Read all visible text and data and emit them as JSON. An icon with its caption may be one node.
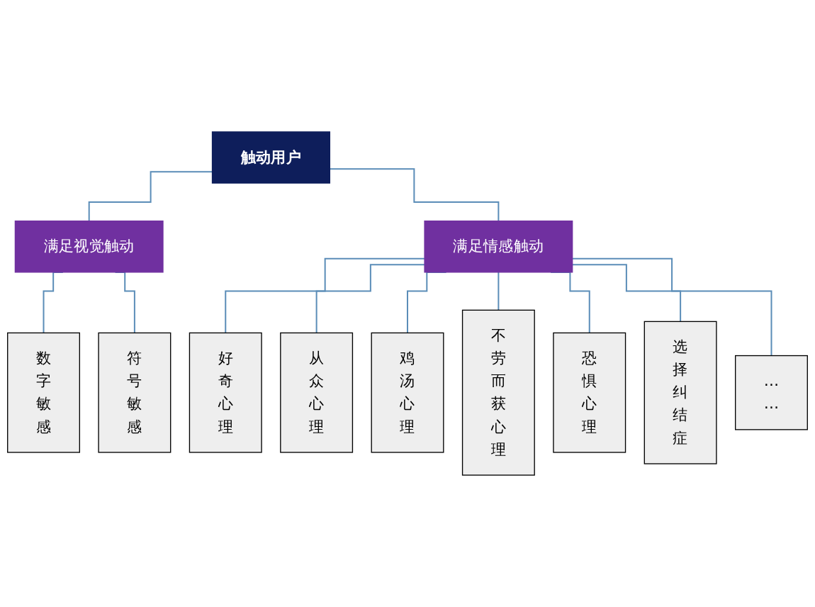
{
  "diagram": {
    "nodes": [
      {
        "text": [
          "触动用户"
        ]
      },
      {
        "text": [
          "满足视觉触动"
        ]
      },
      {
        "text": [
          "满足情感触动"
        ]
      },
      {
        "text": [
          "数字敏感"
        ]
      },
      {
        "text": [
          "符号敏感"
        ]
      },
      {
        "text": [
          "好奇心理"
        ]
      },
      {
        "text": [
          "从众心理"
        ]
      },
      {
        "text": [
          "鸡汤心理"
        ]
      },
      {
        "text": [
          "不劳而获心理"
        ]
      },
      {
        "text": [
          "恐惧心理"
        ]
      },
      {
        "text": [
          "选择纠结症"
        ]
      },
      {
        "text": [
          "……"
        ]
      }
    ],
    "edges": [
      {
        "from": 0,
        "to": 1,
        "arrow": "none"
      },
      {
        "from": 0,
        "to": 2,
        "arrow": "none"
      },
      {
        "from": 1,
        "to": 3,
        "arrow": "none"
      },
      {
        "from": 1,
        "to": 4,
        "arrow": "none"
      },
      {
        "from": 2,
        "to": 5,
        "arrow": "none"
      },
      {
        "from": 2,
        "to": 6,
        "arrow": "none"
      },
      {
        "from": 2,
        "to": 7,
        "arrow": "none"
      },
      {
        "from": 2,
        "to": 8,
        "arrow": "none"
      },
      {
        "from": 2,
        "to": 9,
        "arrow": "none"
      },
      {
        "from": 2,
        "to": 10,
        "arrow": "none"
      },
      {
        "from": 2,
        "to": 11,
        "arrow": "none"
      }
    ]
  }
}
